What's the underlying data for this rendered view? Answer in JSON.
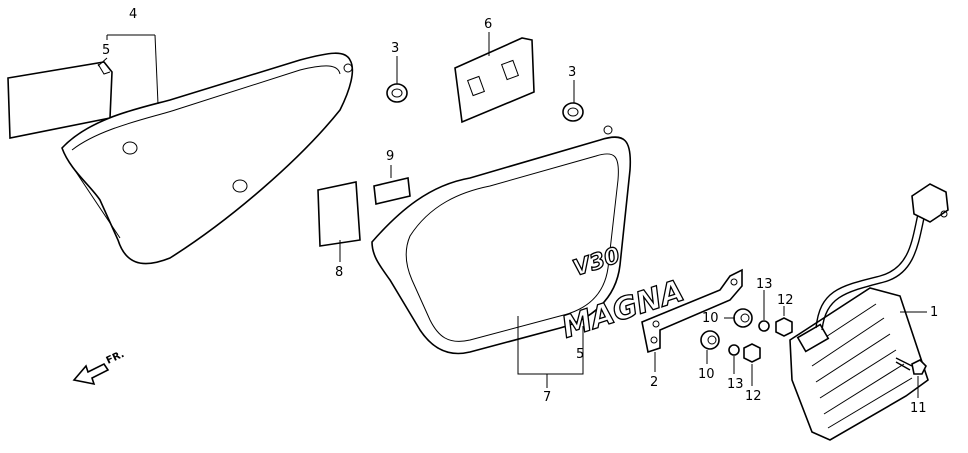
{
  "callouts": [
    {
      "id": "c-4",
      "text": "4"
    },
    {
      "id": "c-5a",
      "text": "5"
    },
    {
      "id": "c-3a",
      "text": "3"
    },
    {
      "id": "c-6",
      "text": "6"
    },
    {
      "id": "c-3b",
      "text": "3"
    },
    {
      "id": "c-9",
      "text": "9"
    },
    {
      "id": "c-8",
      "text": "8"
    },
    {
      "id": "c-13a",
      "text": "13"
    },
    {
      "id": "c-12a",
      "text": "12"
    },
    {
      "id": "c-1",
      "text": "1"
    },
    {
      "id": "c-10a",
      "text": "10"
    },
    {
      "id": "c-5b",
      "text": "5"
    },
    {
      "id": "c-10b",
      "text": "10"
    },
    {
      "id": "c-13b",
      "text": "13"
    },
    {
      "id": "c-12b",
      "text": "12"
    },
    {
      "id": "c-2",
      "text": "2"
    },
    {
      "id": "c-7",
      "text": "7"
    },
    {
      "id": "c-11",
      "text": "11"
    }
  ],
  "emblem": {
    "model": "V30",
    "name": "MAGNA"
  },
  "direction_marker": {
    "text": "FR."
  }
}
